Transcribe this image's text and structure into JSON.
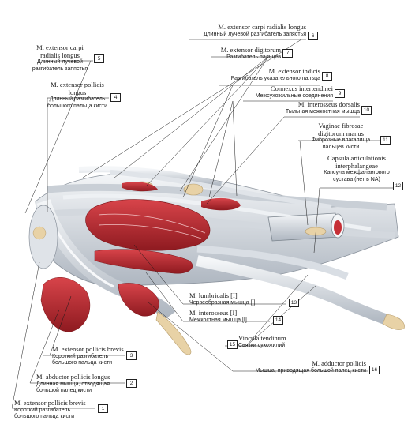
{
  "labels": [
    {
      "n": "1",
      "lat": "M. extensor pollicis brevis",
      "ru": "Короткий разгибатель большого пальца кисти"
    },
    {
      "n": "2",
      "lat": "M. abductor pollicis longus",
      "ru": "Длинная мышца, отводящая большой палец кисти"
    },
    {
      "n": "3",
      "lat": "M. extensor pollicis brevis",
      "ru": "Короткий разгибатель большого пальца кисти"
    },
    {
      "n": "4",
      "lat": "M. extensor pollicis longus",
      "ru": "Длинный разгибатель большого пальца кисти"
    },
    {
      "n": "5",
      "lat": "M. extensor carpi radialis longus",
      "ru": "Длинный лучевой разгибатель запястья"
    },
    {
      "n": "6",
      "lat": "M. extensor carpi radialis longus",
      "ru": "Длинный лучевой разгибатель запястья"
    },
    {
      "n": "7",
      "lat": "M. extensor digitorum",
      "ru": "Разгибатель пальцев"
    },
    {
      "n": "8",
      "lat": "M. extensor indicis",
      "ru": "Разгибатель указательного пальца"
    },
    {
      "n": "9",
      "lat": "Connexus intertendinei",
      "ru": "Межсухожильные соединения"
    },
    {
      "n": "10",
      "lat": "M. interosseus dorsalis",
      "ru": "Тыльная межкостная мышца"
    },
    {
      "n": "11",
      "lat": "Vaginae fibrosae digitorum manus",
      "ru": "Фиброзные влагалища пальцев кисти"
    },
    {
      "n": "12",
      "lat": "Capsula articulationis interphalangeae",
      "ru": "Капсула межфалангового сустава (нет в NA)"
    },
    {
      "n": "13",
      "lat": "M. lumbricalis [I]",
      "ru": "Червеобразная мышца [I]"
    },
    {
      "n": "14",
      "lat": "M. interosseus [I]",
      "ru": "Межкостная мышца [I]"
    },
    {
      "n": "15",
      "lat": "Vincula tendinum",
      "ru": "Связки сухожилий"
    },
    {
      "n": "16",
      "lat": "M. adductor pollicis",
      "ru": "Мышца, приводящая большой палец кисти"
    }
  ],
  "colors": {
    "muscle": "#c62f36",
    "muscle_dark": "#8e1a20",
    "tendon": "#e4e8ec",
    "tendon_shade": "#b9c0c8",
    "bone": "#e8d2a6",
    "line": "#1a1a1a"
  }
}
